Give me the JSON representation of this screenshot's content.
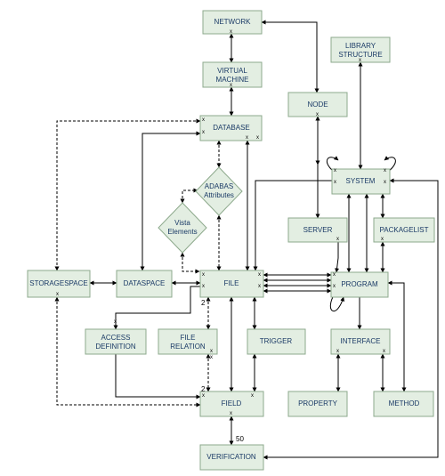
{
  "nodes": {
    "network": "NETWORK",
    "virtual_machine": [
      "VIRTUAL",
      "MACHINE"
    ],
    "database": "DATABASE",
    "library_structure": [
      "LIBRARY",
      "STRUCTURE"
    ],
    "node": "NODE",
    "system": "SYSTEM",
    "adabas_attributes": [
      "ADABAS",
      "Attributes"
    ],
    "vista_elements": [
      "Vista",
      "Elements"
    ],
    "server": "SERVER",
    "packagelist": "PACKAGELIST",
    "storagespace": "STORAGESPACE",
    "dataspace": "DATASPACE",
    "file": "FILE",
    "program": "PROGRAM",
    "access_definition": [
      "ACCESS",
      "DEFINITION"
    ],
    "file_relation": [
      "FILE",
      "RELATION"
    ],
    "trigger": "TRIGGER",
    "interface": "INTERFACE",
    "field": "FIELD",
    "property": "PROPERTY",
    "method": "METHOD",
    "verification": "VERIFICATION"
  },
  "cardinality_labels": [
    "2",
    "2",
    "50"
  ],
  "colors": {
    "box_fill": "#e3eee2",
    "box_border": "#8da98c",
    "label_text": "#1a3a66",
    "lines": "#000000"
  }
}
